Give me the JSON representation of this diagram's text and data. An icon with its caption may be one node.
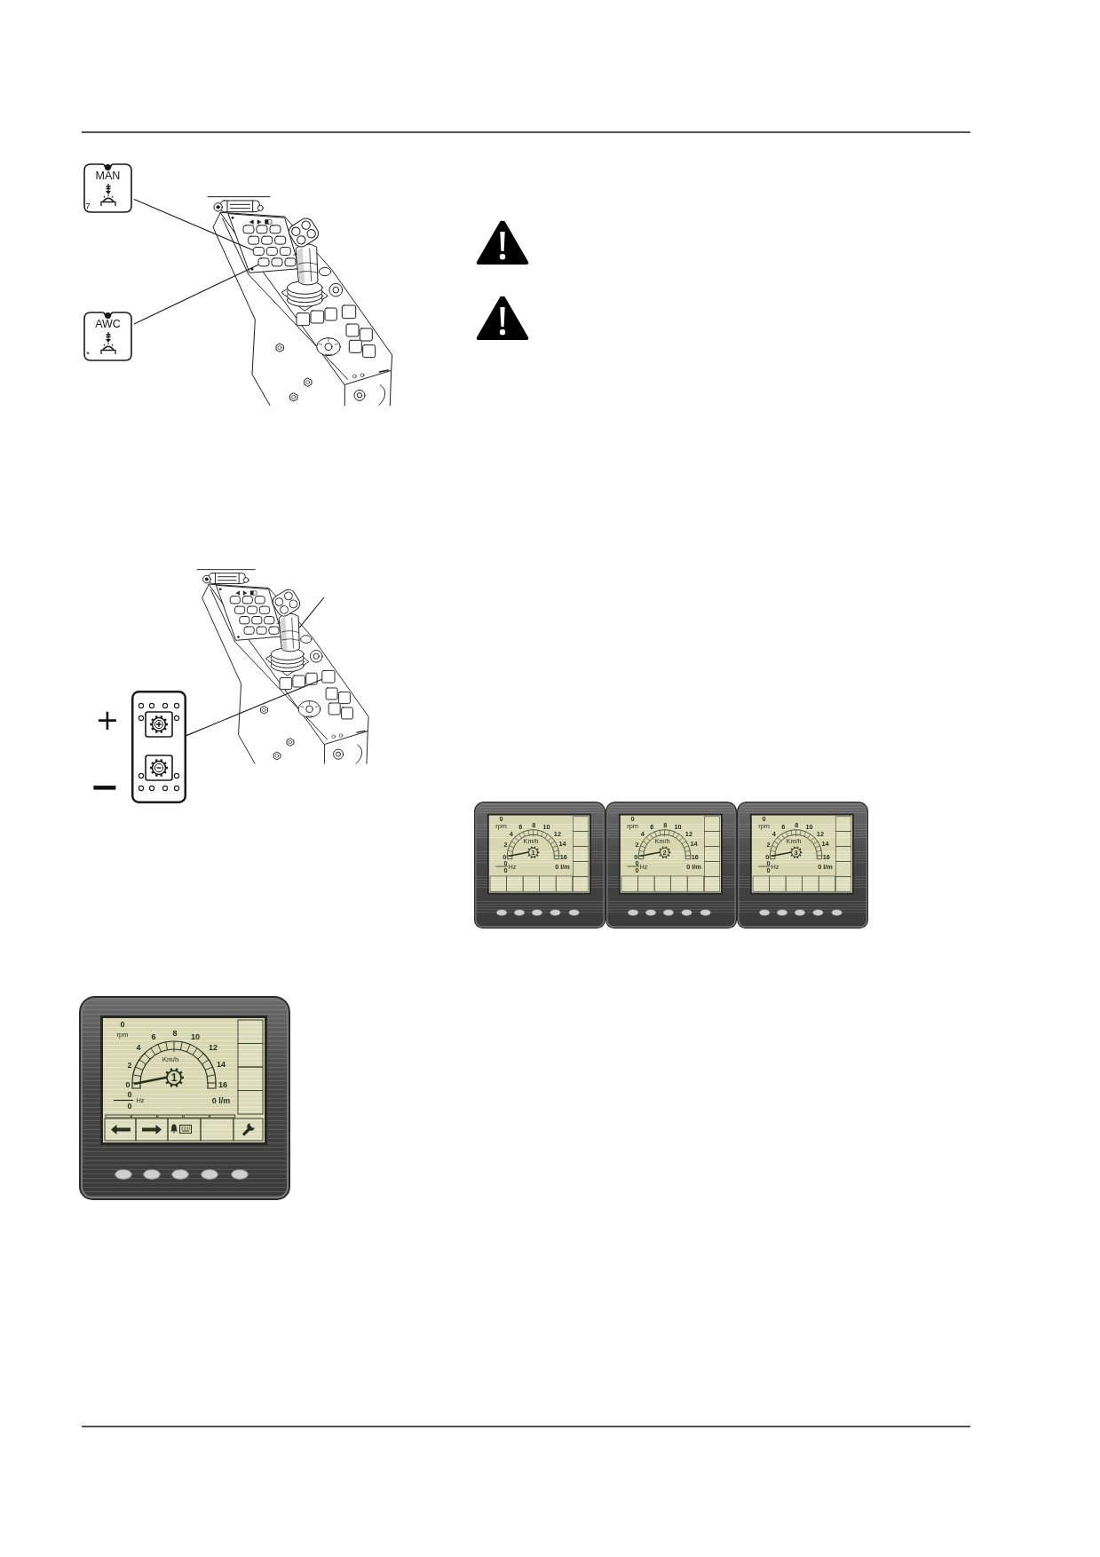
{
  "diagram": {
    "nodes": [
      {
        "text": [
          "MAN",
          "7"
        ]
      },
      {
        "text": [
          "AWC",
          "*"
        ]
      },
      {
        "text": [],
        "shape": "box"
      },
      {
        "text": [],
        "shape": "box"
      },
      {
        "text": [],
        "shape": "picture"
      },
      {
        "text": [],
        "shape": "picture",
        "beside": [
          "+",
          "−"
        ]
      },
      {
        "text": [],
        "shape": "box"
      },
      {
        "text": [
          "0",
          "rpm",
          "6",
          "8",
          "10",
          "4",
          "12",
          "Km/h",
          "2",
          "14",
          "1",
          "0",
          "16",
          "0",
          "Hz",
          "0 l/m",
          "0"
        ]
      },
      {
        "text": [
          "0",
          "rpm",
          "6",
          "8",
          "10",
          "4",
          "12",
          "Km/h",
          "2",
          "14",
          "2",
          "0",
          "16",
          "0",
          "Hz",
          "0 l/m",
          "0"
        ]
      },
      {
        "text": [
          "0",
          "rpm",
          "6",
          "8",
          "10",
          "4",
          "12",
          "Km/h",
          "2",
          "14",
          "3",
          "0",
          "16",
          "0",
          "Hz",
          "0 l/m",
          "0"
        ]
      },
      {
        "text": [
          "0",
          "rpm",
          "6",
          "8",
          "10",
          "4",
          "12",
          "Km/h",
          "2",
          "14",
          "1",
          "0",
          "16",
          "0",
          "Hz",
          "0 l/m",
          "0"
        ]
      }
    ],
    "edges": [
      {
        "from": 0,
        "to": 2,
        "arrow": "none"
      },
      {
        "from": 1,
        "to": 3,
        "arrow": "none"
      },
      {
        "from": null,
        "to": 4,
        "arrow": "none"
      },
      {
        "from": 5,
        "to": 6,
        "arrow": "none"
      }
    ]
  }
}
